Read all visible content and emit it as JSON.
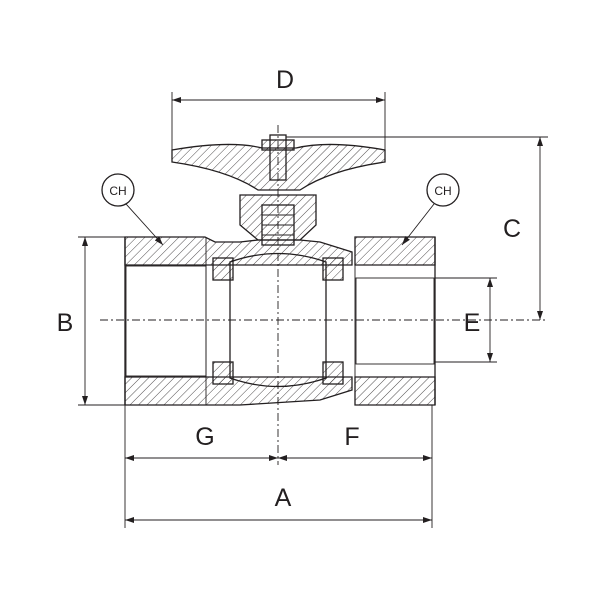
{
  "title": "Ball valve dimension drawing",
  "dimensions": {
    "a": "A",
    "b": "B",
    "c": "C",
    "d": "D",
    "e": "E",
    "f": "F",
    "g": "G"
  },
  "callouts": {
    "ch_left": "CH",
    "ch_right": "CH"
  },
  "colors": {
    "line": "#231f20",
    "background": "#ffffff"
  }
}
